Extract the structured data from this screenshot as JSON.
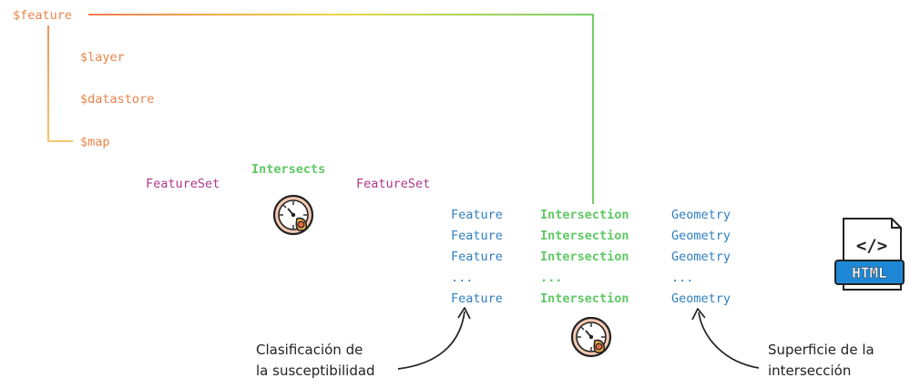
{
  "variables": {
    "feature": "$feature",
    "layer": "$layer",
    "datastore": "$datastore",
    "map": "$map"
  },
  "pipeline": {
    "featureset_left": "FeatureSet",
    "intersects": "Intersects",
    "featureset_right": "FeatureSet"
  },
  "rows": [
    {
      "feature": "Feature",
      "intersection": "Intersection",
      "geometry": "Geometry"
    },
    {
      "feature": "Feature",
      "intersection": "Intersection",
      "geometry": "Geometry"
    },
    {
      "feature": "Feature",
      "intersection": "Intersection",
      "geometry": "Geometry"
    },
    {
      "feature": "...",
      "intersection": "...",
      "geometry": "..."
    },
    {
      "feature": "Feature",
      "intersection": "Intersection",
      "geometry": "Geometry"
    }
  ],
  "annotations": {
    "left_line1": "Clasificación de",
    "left_line2": "la susceptibilidad",
    "right_line1": "Superficie de la",
    "right_line2": "intersección"
  },
  "badge": {
    "html_label": "HTML",
    "code_glyph": "</>"
  },
  "colors": {
    "variable": "#e8844a",
    "featureset": "#b0378a",
    "intersection": "#5fc964",
    "feature": "#2f7fc1",
    "geometry": "#2f7fc1",
    "annotation": "#222222",
    "html_blue": "#1e88d6"
  },
  "icons": [
    "stopwatch-icon",
    "stopwatch-icon",
    "html-file-icon"
  ]
}
